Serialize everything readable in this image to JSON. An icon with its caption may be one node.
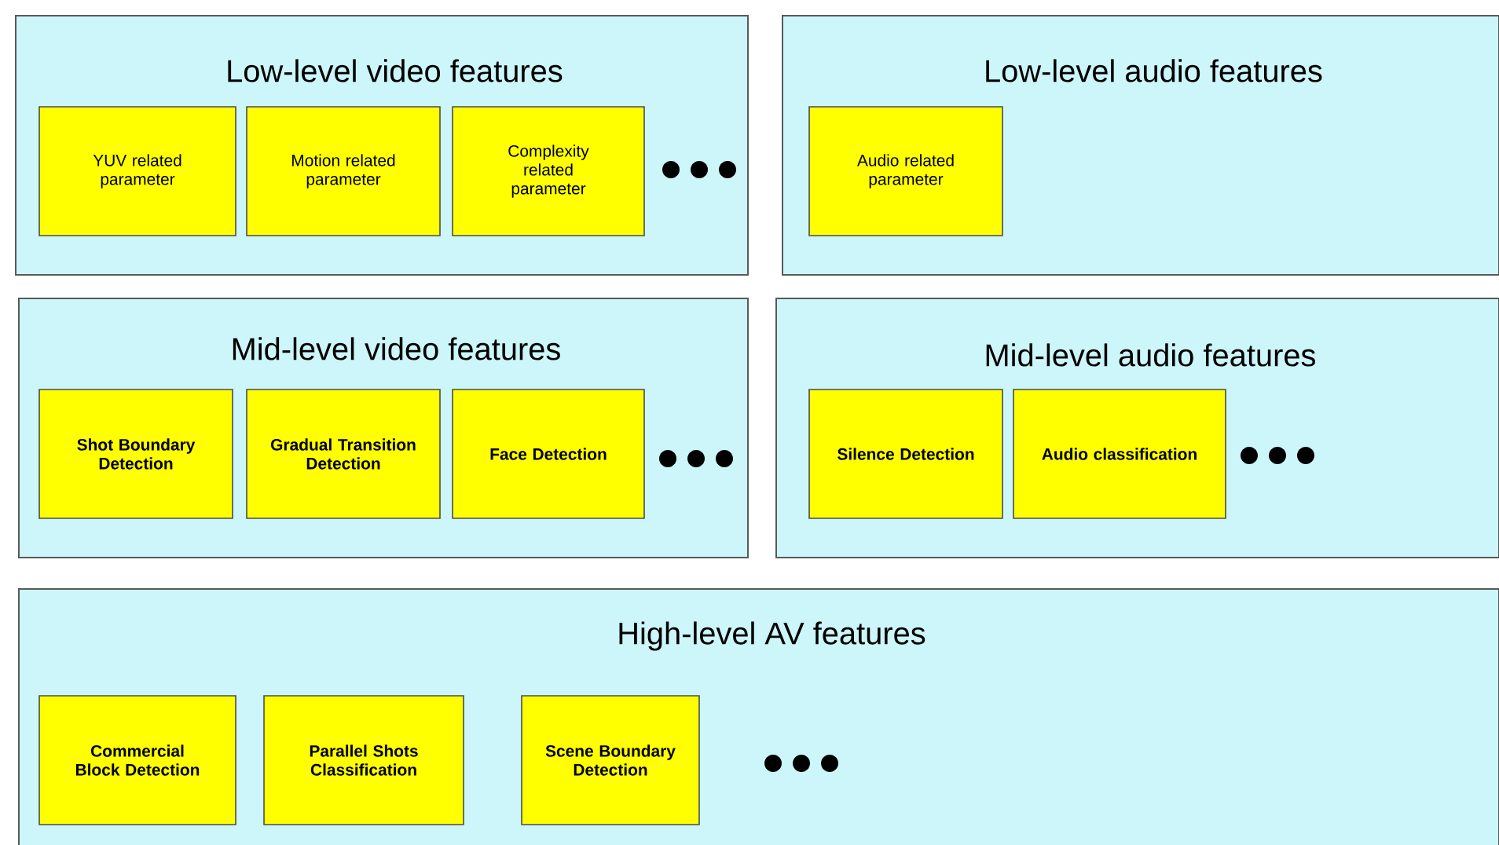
{
  "diagram": {
    "nodes": [
      {
        "text": [
          "Low-level video features"
        ]
      },
      {
        "text": [
          "YUV related parameter"
        ],
        "in": 0
      },
      {
        "text": [
          "Motion related parameter"
        ],
        "in": 0
      },
      {
        "text": [
          "Complexity related parameter"
        ],
        "in": 0
      },
      {
        "text": [
          "Low-level audio features"
        ]
      },
      {
        "text": [
          "Audio related parameter"
        ],
        "in": 4
      },
      {
        "text": [
          "Mid-level video features"
        ]
      },
      {
        "text": [
          "Shot Boundary Detection"
        ],
        "in": 6
      },
      {
        "text": [
          "Gradual Transition Detection"
        ],
        "in": 6
      },
      {
        "text": [
          "Face Detection"
        ],
        "in": 6
      },
      {
        "text": [
          "Mid-level audio features"
        ]
      },
      {
        "text": [
          "Silence Detection"
        ],
        "in": 10
      },
      {
        "text": [
          "Audio classification"
        ],
        "in": 10
      },
      {
        "text": [
          "High-level AV features"
        ]
      },
      {
        "text": [
          "Commercial Block Detection"
        ],
        "in": 13
      },
      {
        "text": [
          "Parallel Shots Classification"
        ],
        "in": 13
      },
      {
        "text": [
          "Scene Boundary Detection"
        ],
        "in": 13
      }
    ]
  }
}
